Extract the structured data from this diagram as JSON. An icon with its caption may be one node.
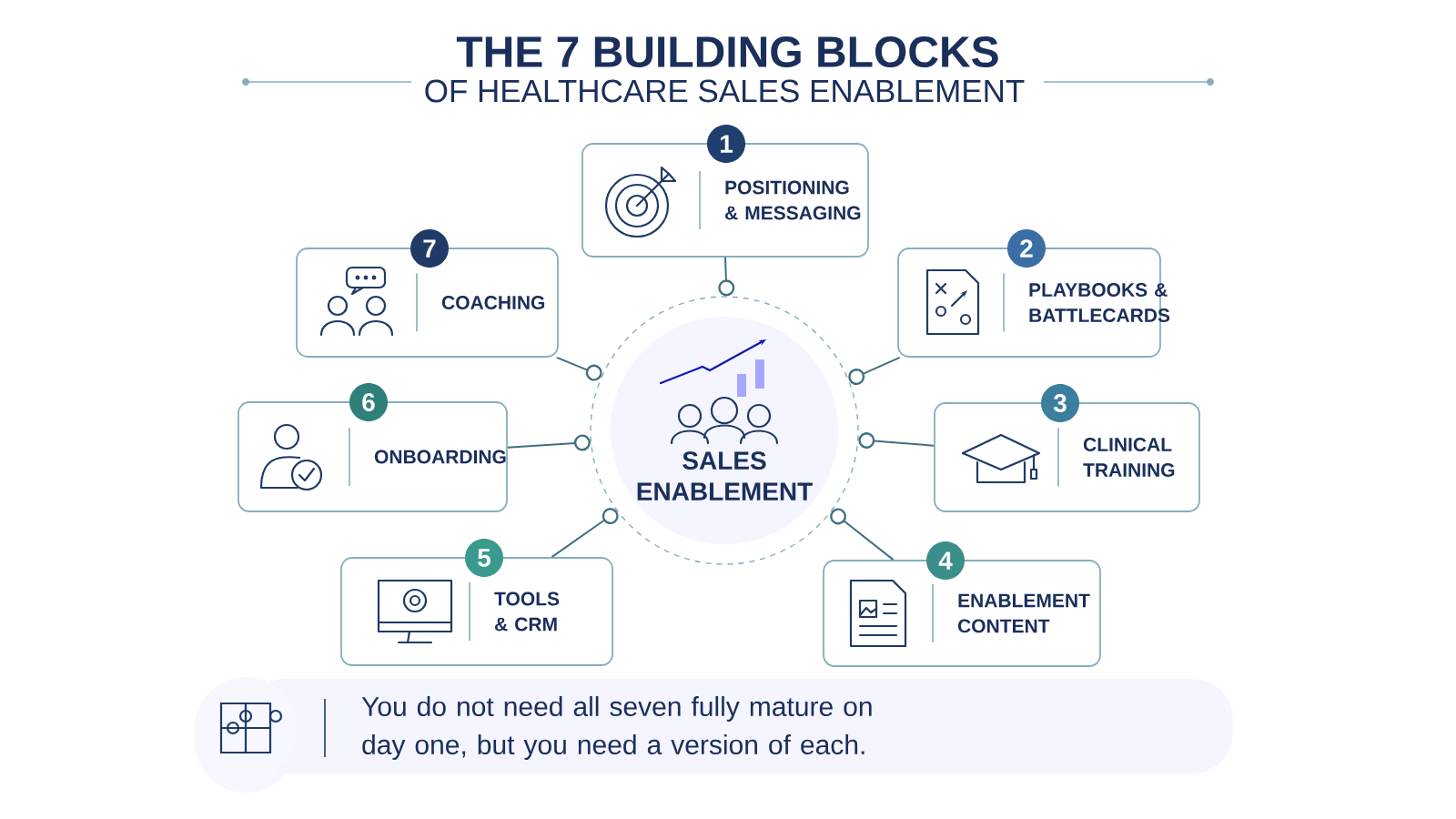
{
  "diagram": {
    "title": "THE 7 BUILDING BLOCKS",
    "labels": [
      "OF HEALTHCARE SALES ENABLEMENT"
    ],
    "nodes": [
      {
        "text": [
          "SALES ENABLEMENT"
        ]
      },
      {
        "text": [
          "1",
          "POSITIONING & MESSAGING"
        ]
      },
      {
        "text": [
          "2",
          "PLAYBOOKS & BATTLECARDS"
        ]
      },
      {
        "text": [
          "3",
          "CLINICAL TRAINING"
        ]
      },
      {
        "text": [
          "4",
          "ENABLEMENT CONTENT"
        ]
      },
      {
        "text": [
          "5",
          "TOOLS & CRM"
        ]
      },
      {
        "text": [
          "6",
          "ONBOARDING"
        ]
      },
      {
        "text": [
          "7",
          "COACHING"
        ]
      },
      {
        "text": [
          "You do not need all seven fully mature on day one, but you need a version of each."
        ]
      }
    ],
    "edges": [
      {
        "from": 0,
        "to": 1,
        "arrow": "other"
      },
      {
        "from": 0,
        "to": 2,
        "arrow": "other"
      },
      {
        "from": 0,
        "to": 3,
        "arrow": "other"
      },
      {
        "from": 0,
        "to": 4,
        "arrow": "other"
      },
      {
        "from": 0,
        "to": 5,
        "arrow": "other"
      },
      {
        "from": 0,
        "to": 6,
        "arrow": "other"
      },
      {
        "from": 0,
        "to": 7,
        "arrow": "other"
      }
    ]
  }
}
